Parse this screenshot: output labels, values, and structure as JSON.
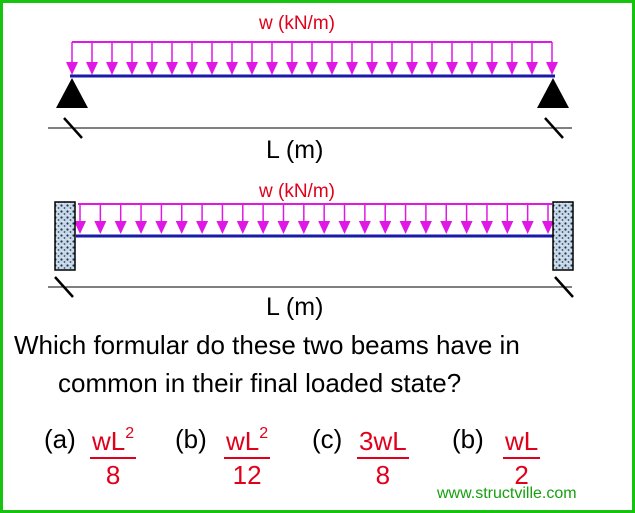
{
  "beam1": {
    "load_label": "w (kN/m)",
    "span_label": "L (m)"
  },
  "beam2": {
    "load_label": "w (kN/m)",
    "span_label": "L (m)"
  },
  "question": {
    "line1": "Which formular do these two beams have in",
    "line2": "common in their final loaded state?"
  },
  "options": [
    {
      "letter": "(a)",
      "num": "wL",
      "exp": "2",
      "den": "8"
    },
    {
      "letter": "(b)",
      "num": "wL",
      "exp": "2",
      "den": "12"
    },
    {
      "letter": "(c)",
      "num": "3wL",
      "exp": "",
      "den": "8"
    },
    {
      "letter": "(b)",
      "num": "wL",
      "exp": "",
      "den": "2"
    }
  ],
  "watermark": "www.structville.com",
  "colors": {
    "border": "#16c40f",
    "load": "#e018e6",
    "beam": "#1a1aa8",
    "text_red": "#e0001b",
    "watermark": "#16a00f"
  }
}
